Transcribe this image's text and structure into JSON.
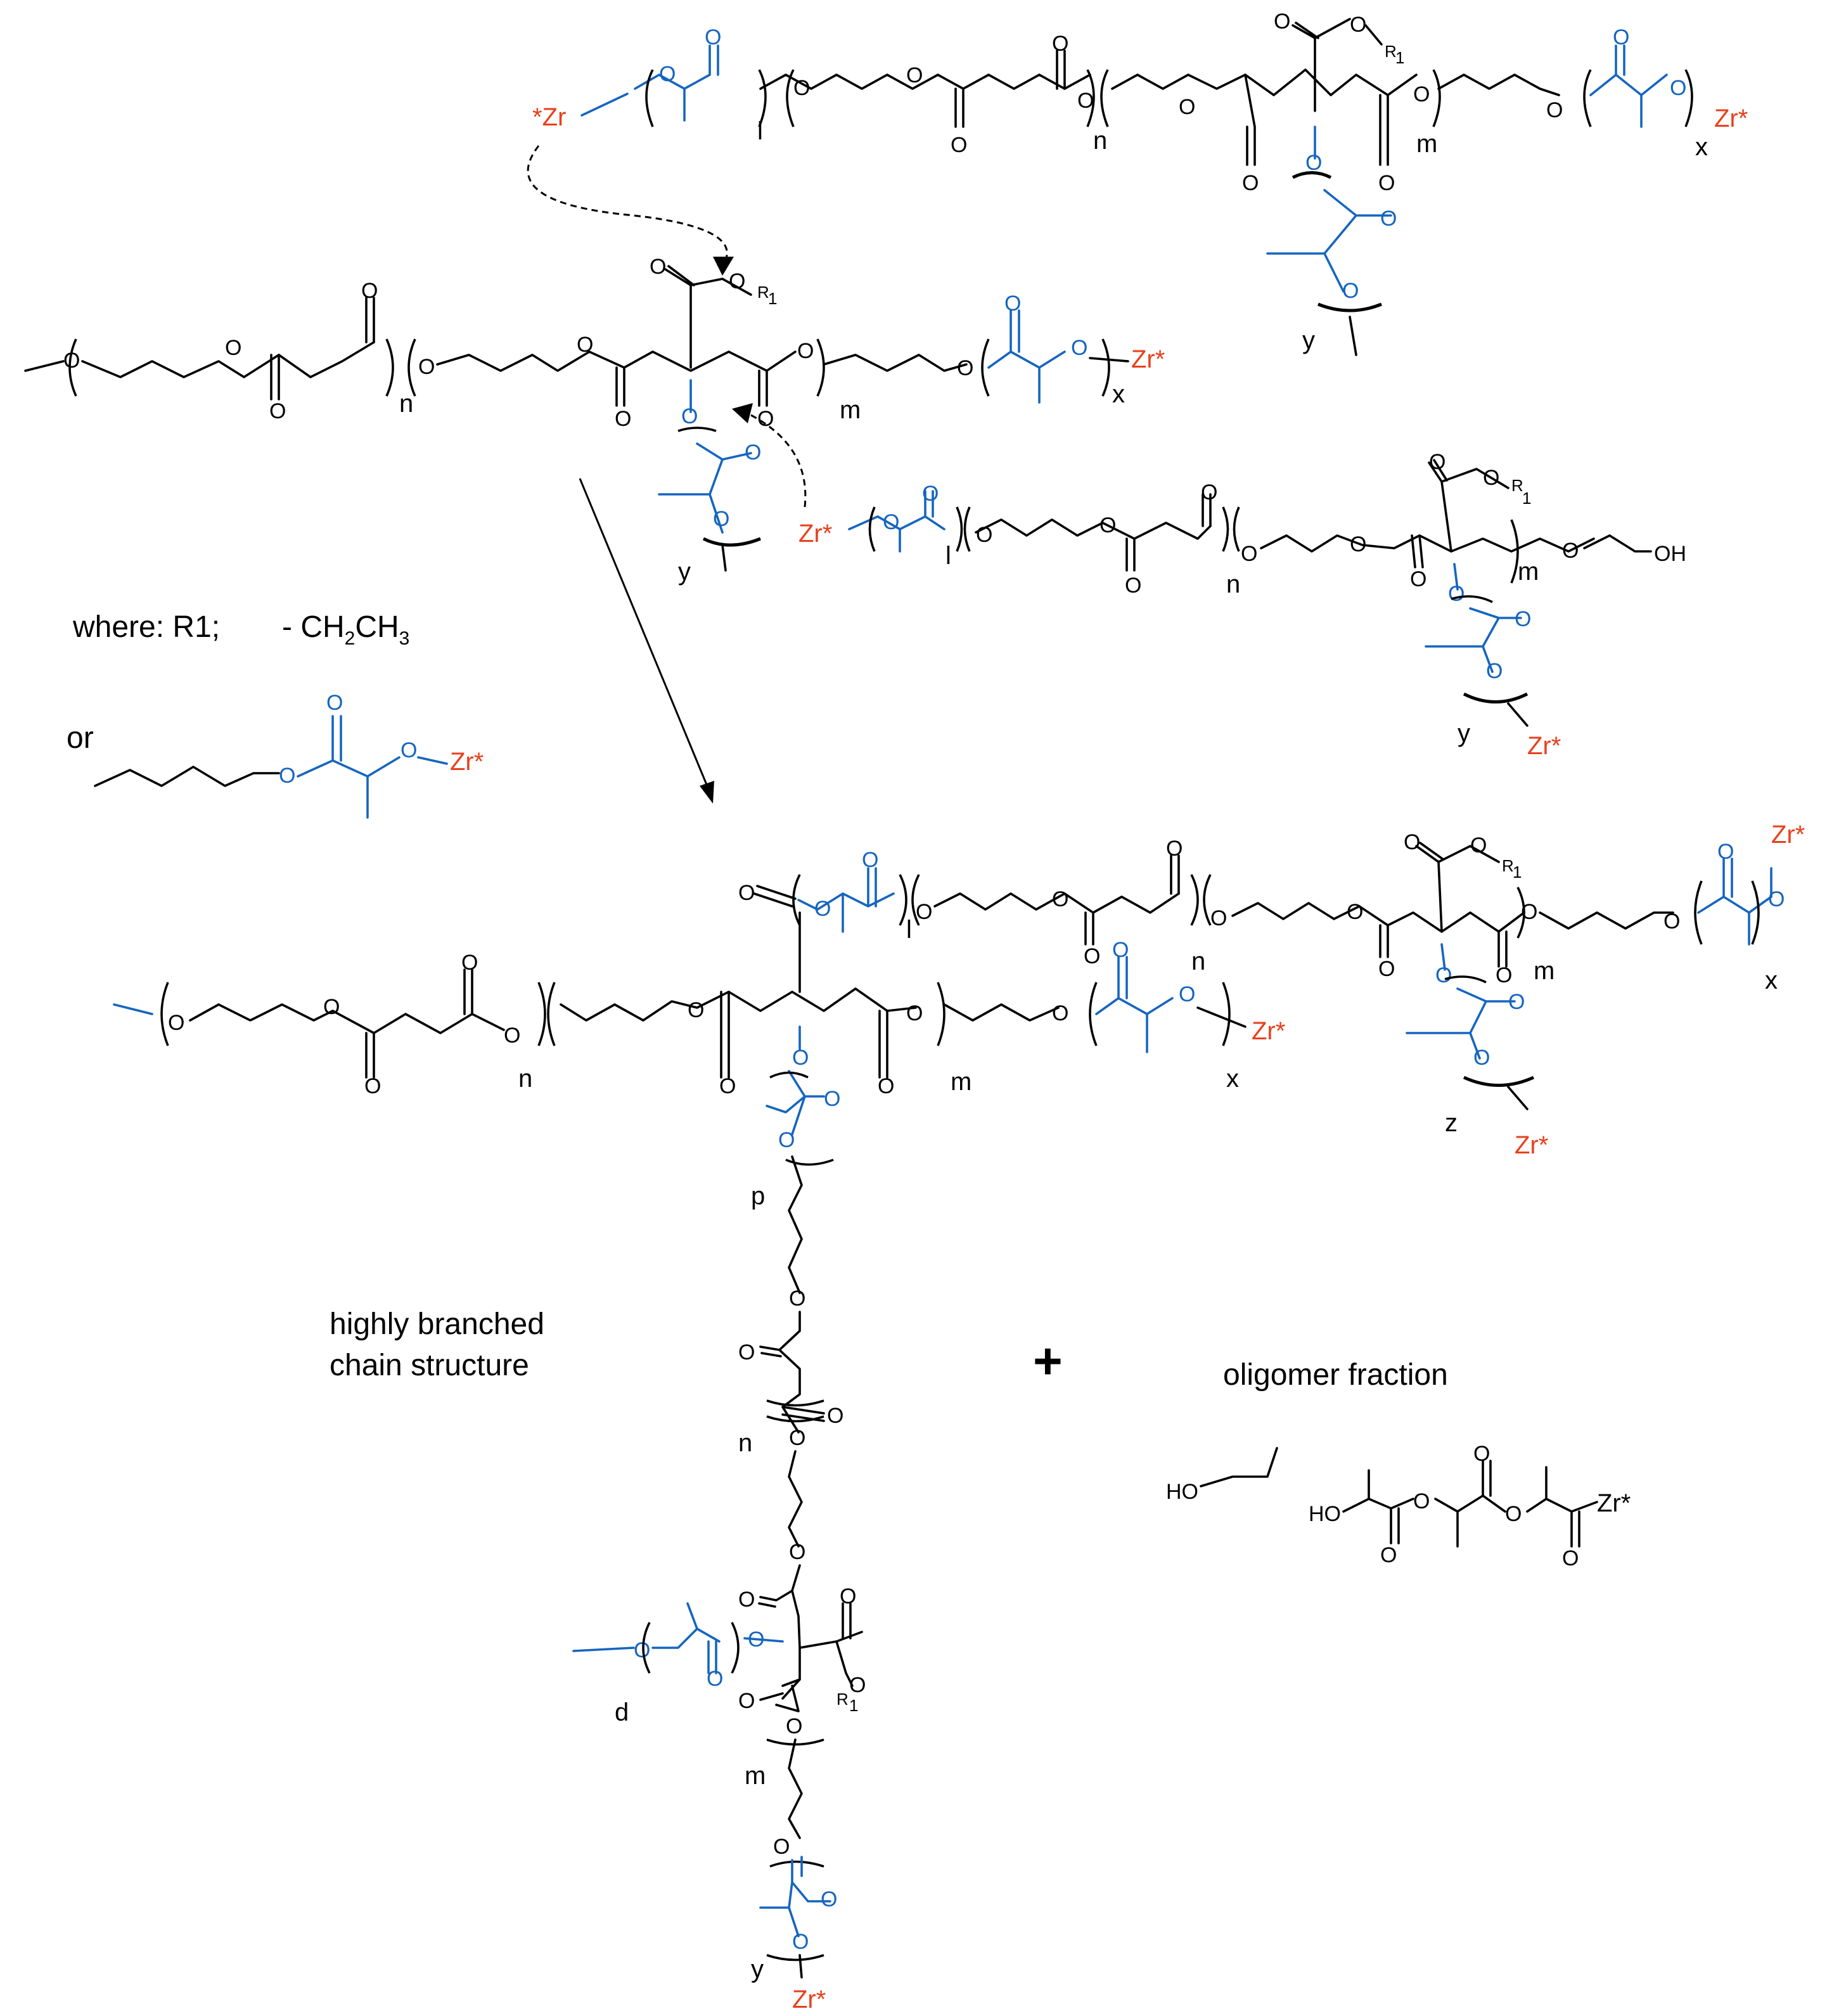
{
  "colors": {
    "backbone": "#000000",
    "lactide": "#1565c0",
    "catalyst": "#e8401c"
  },
  "legend": {
    "where_label": "where: R1;",
    "ethyl_prefix": "- CH",
    "ethyl_sub1": "2",
    "ethyl_mid": "CH",
    "ethyl_sub2": "3",
    "or_label": "or"
  },
  "atoms": {
    "oxygen": "O",
    "hydroxyl": "OH",
    "hydroxyl_left": "HO",
    "catalyst": "Zr*",
    "catalyst_left": "*Zr",
    "r": "R",
    "r_sub": "1"
  },
  "subscripts": {
    "n": "n",
    "m": "m",
    "x": "x",
    "y": "y",
    "z": "z",
    "l": "l",
    "p": "p",
    "d": "d"
  },
  "labels": {
    "product_line1": "highly branched",
    "product_line2": "chain structure",
    "plus": "+",
    "oligomer": "oligomer fraction"
  }
}
